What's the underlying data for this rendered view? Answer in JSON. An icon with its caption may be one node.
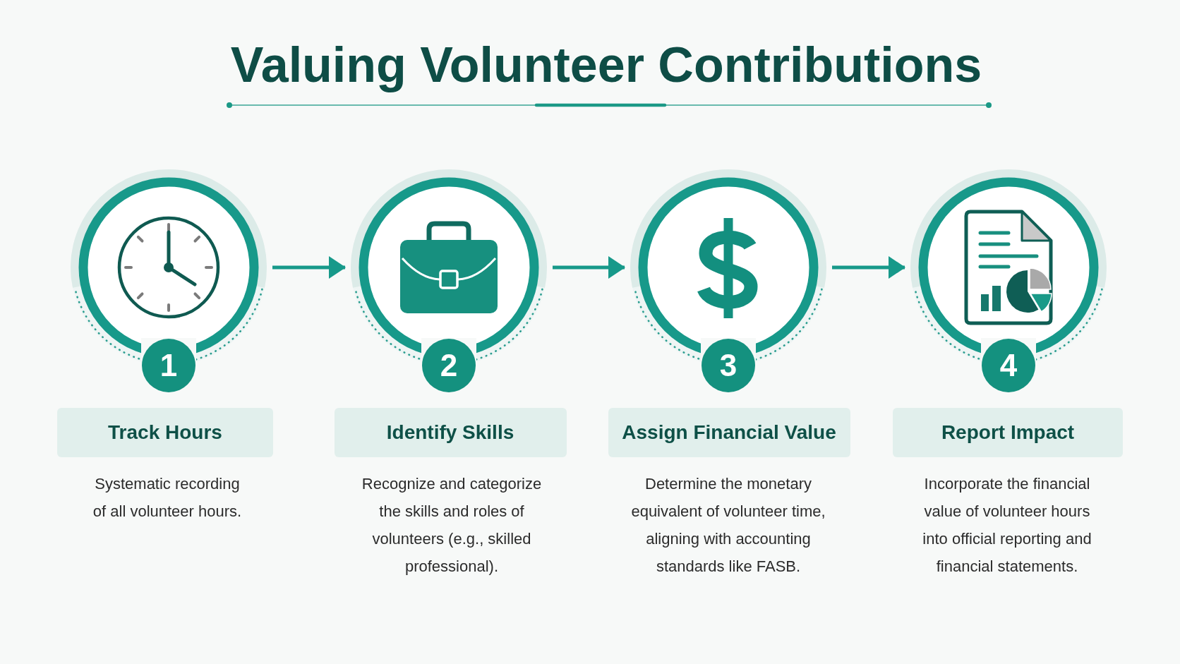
{
  "diagram": {
    "title": "Valuing Volunteer Contributions",
    "nodes": [
      {
        "text": [],
        "shape": "circle"
      },
      {
        "text": [
          "1"
        ]
      },
      {
        "text": [
          "Track Hours"
        ],
        "beside": [
          "Systematic recording of all volunteer hours."
        ]
      },
      {
        "text": [],
        "shape": "circle"
      },
      {
        "text": [
          "2"
        ]
      },
      {
        "text": [
          "Identify Skills"
        ],
        "beside": [
          "Recognize and categorize the skills and roles of volunteers (e.g., skilled professional)."
        ]
      },
      {
        "text": [],
        "shape": "circle"
      },
      {
        "text": [
          "3"
        ]
      },
      {
        "text": [
          "Assign Financial Value"
        ],
        "beside": [
          "Determine the monetary equivalent of volunteer time, aligning with accounting standards like FASB."
        ]
      },
      {
        "text": [],
        "shape": "circle"
      },
      {
        "text": [
          "4"
        ]
      },
      {
        "text": [
          "Report Impact"
        ],
        "beside": [
          "Incorporate the financial value of volunteer hours into official reporting and financial statements."
        ]
      }
    ],
    "edges": [
      {
        "from": 0,
        "to": 3,
        "arrow": "to"
      },
      {
        "from": 3,
        "to": 6,
        "arrow": "to"
      },
      {
        "from": 6,
        "to": 9,
        "arrow": "to"
      }
    ]
  }
}
